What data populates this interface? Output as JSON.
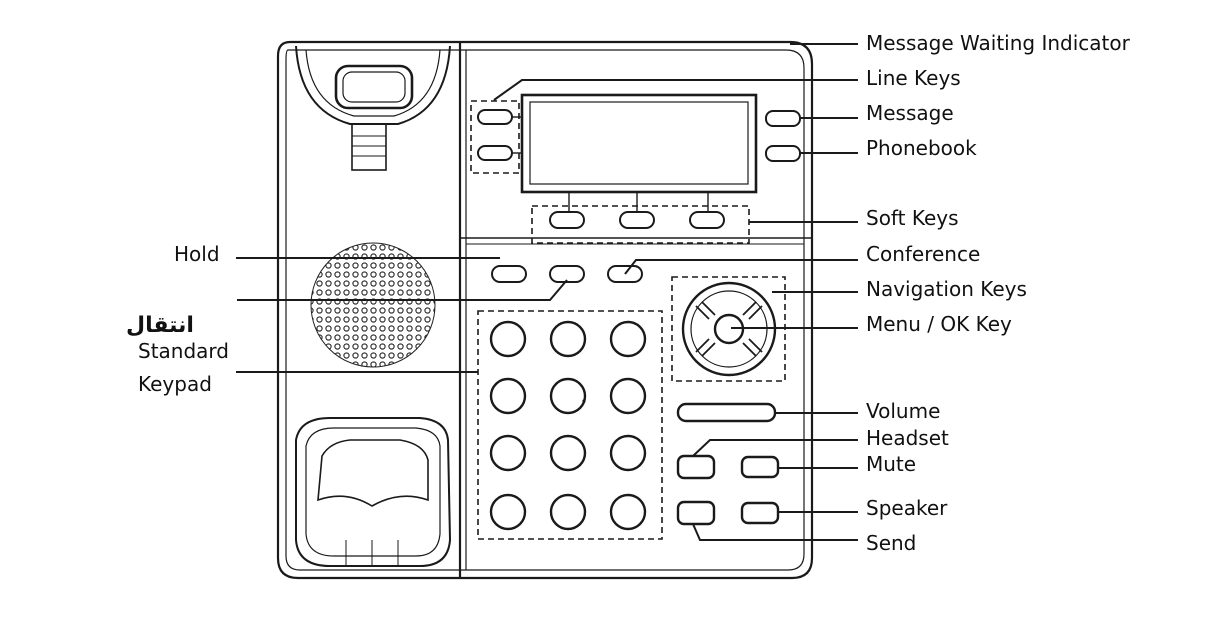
{
  "labels": {
    "message_waiting_indicator": "Message Waiting Indicator",
    "line_keys": "Line Keys",
    "message": "Message",
    "phonebook": "Phonebook",
    "soft_keys": "Soft Keys",
    "hold": "Hold",
    "conference": "Conference",
    "transfer_arabic": "انتقال",
    "navigation_keys": "Navigation Keys",
    "menu_ok_key": "Menu / OK Key",
    "standard": "Standard",
    "keypad": "Keypad",
    "volume": "Volume",
    "headset": "Headset",
    "mute": "Mute",
    "speaker": "Speaker",
    "send": "Send"
  },
  "colors": {
    "stroke": "#1a1a1a",
    "text": "#111111",
    "background": "#ffffff"
  }
}
